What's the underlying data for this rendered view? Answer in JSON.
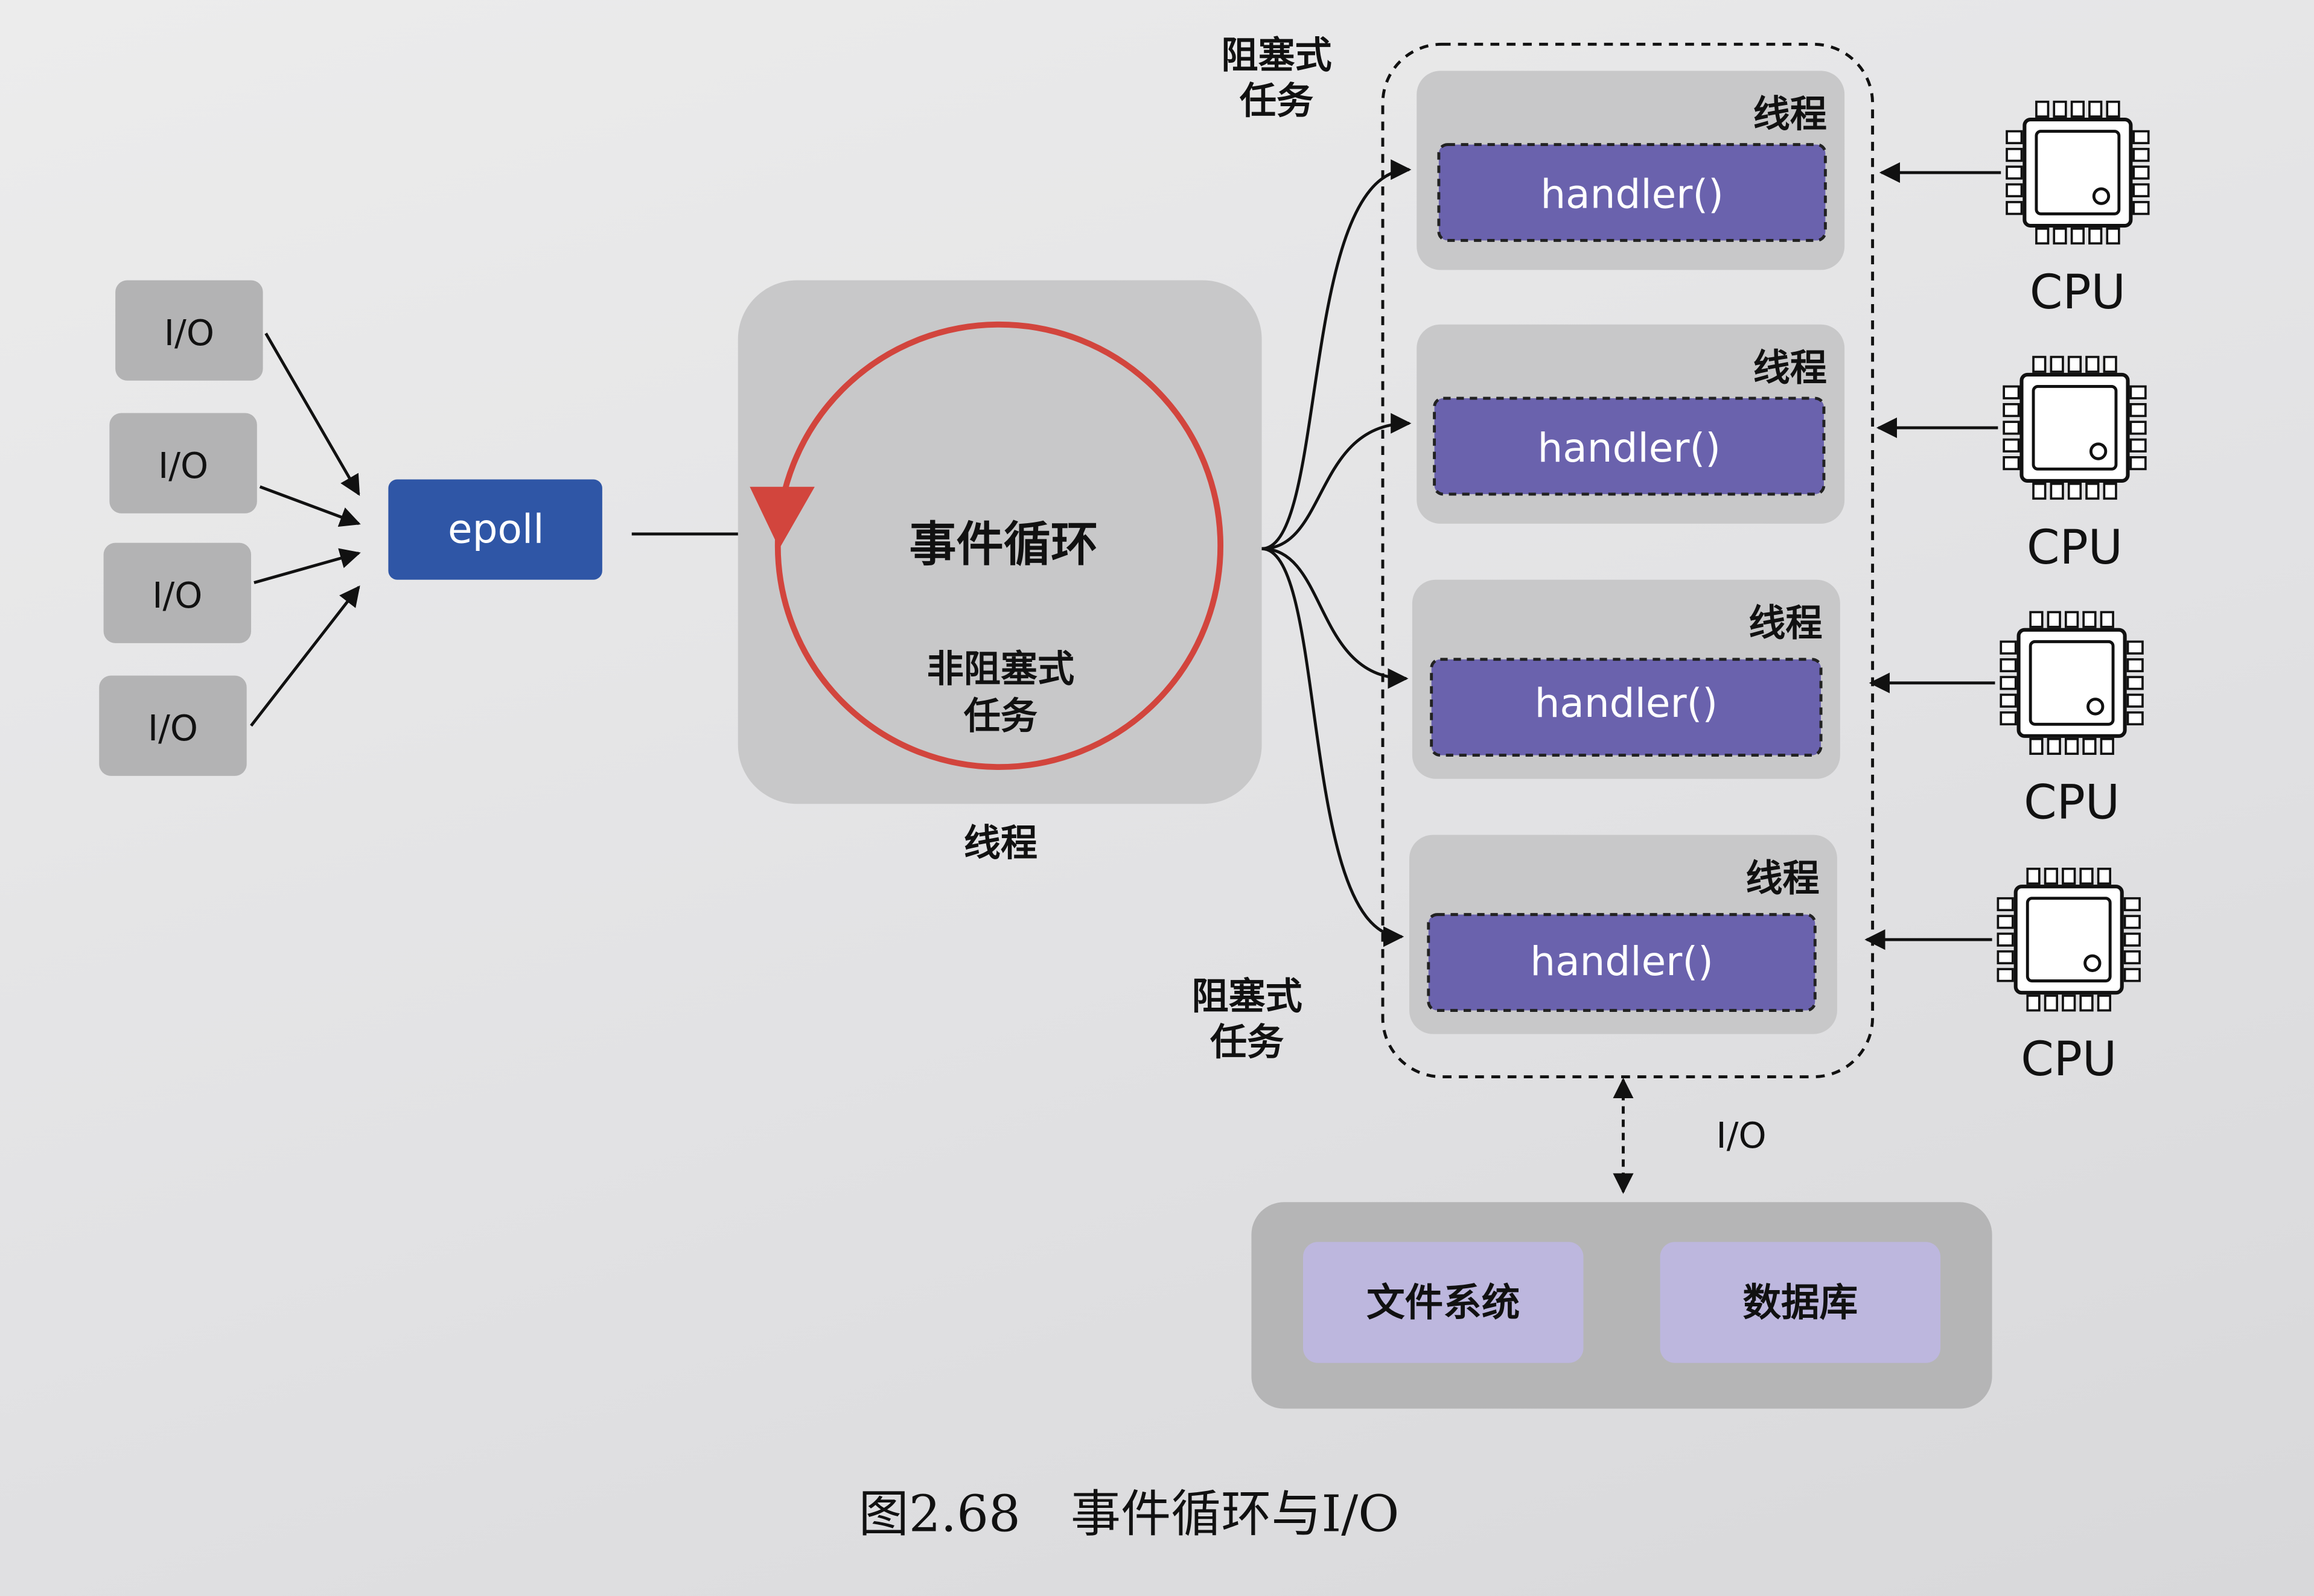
{
  "io_sources": [
    "I/O",
    "I/O",
    "I/O",
    "I/O"
  ],
  "epoll": "epoll",
  "event_loop": {
    "title": "事件循环",
    "task_line1": "非阻塞式",
    "task_line2": "任务",
    "thread_label": "线程"
  },
  "blocking_top": {
    "line1": "阻塞式",
    "line2": "任务"
  },
  "blocking_bottom": {
    "line1": "阻塞式",
    "line2": "任务"
  },
  "threads": [
    {
      "label": "线程",
      "handler": "handler()",
      "cpu": "CPU"
    },
    {
      "label": "线程",
      "handler": "handler()",
      "cpu": "CPU"
    },
    {
      "label": "线程",
      "handler": "handler()",
      "cpu": "CPU"
    },
    {
      "label": "线程",
      "handler": "handler()",
      "cpu": "CPU"
    }
  ],
  "io_link_label": "I/O",
  "storage": [
    "文件系统",
    "数据库"
  ],
  "caption": "图2.68　事件循环与I/O",
  "colors": {
    "epoll": "#2f56a6",
    "loop_ring": "#d2453d",
    "handler": "#6a62ad",
    "storage_item": "#bdb7de",
    "gray_box": "#c8c8c9"
  }
}
